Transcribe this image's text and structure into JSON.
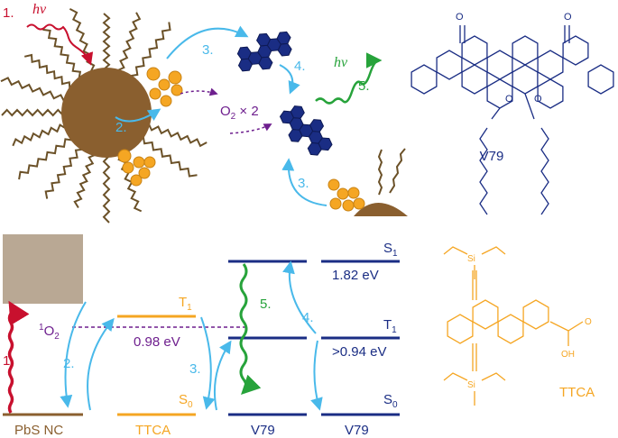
{
  "top_panel": {
    "step1": "1.",
    "step2": "2.",
    "step3": "3.",
    "step3b": "3.",
    "step4": "4.",
    "step5": "5.",
    "photon_in": "hν",
    "photon_out": "hν",
    "oxygen_main": "O",
    "oxygen_sub": "2",
    "oxygen_mult": " × 2"
  },
  "molecules": {
    "v79_label": "V79",
    "ttca_label": "TTCA",
    "o_labels": [
      "O",
      "O"
    ],
    "si_labels": [
      "Si",
      "Si"
    ],
    "cooh_o_top": "O",
    "cooh_oh": "OH"
  },
  "energy_diagram": {
    "step1": "1.",
    "step2": "2.",
    "step3": "3.",
    "step4": "4.",
    "step5": "5.",
    "singlet_oxygen": {
      "sup": "1",
      "base": "O",
      "sub": "2"
    },
    "ttca_t1": {
      "base": "T",
      "sub": "1"
    },
    "ttca_s0": {
      "base": "S",
      "sub": "0"
    },
    "v79_s1": {
      "base": "S",
      "sub": "1"
    },
    "v79_t1": {
      "base": "T",
      "sub": "1"
    },
    "v79_s0": {
      "base": "S",
      "sub": "0"
    },
    "s1_energy": "1.82 eV",
    "t1_energy": ">0.94 eV",
    "o2_energy": "0.98 eV",
    "axis_labels": [
      "PbS NC",
      "TTCA",
      "V79",
      "V79"
    ]
  },
  "colors": {
    "pbs": "#8a5f2f",
    "ligand": "#6b5128",
    "ttca": "#f5a623",
    "v79": "#1a2d84",
    "red": "#c8102e",
    "cyan": "#49b9ea",
    "green": "#27a33b",
    "purple": "#6e1f8e",
    "pbs_box": "#b9a894"
  }
}
